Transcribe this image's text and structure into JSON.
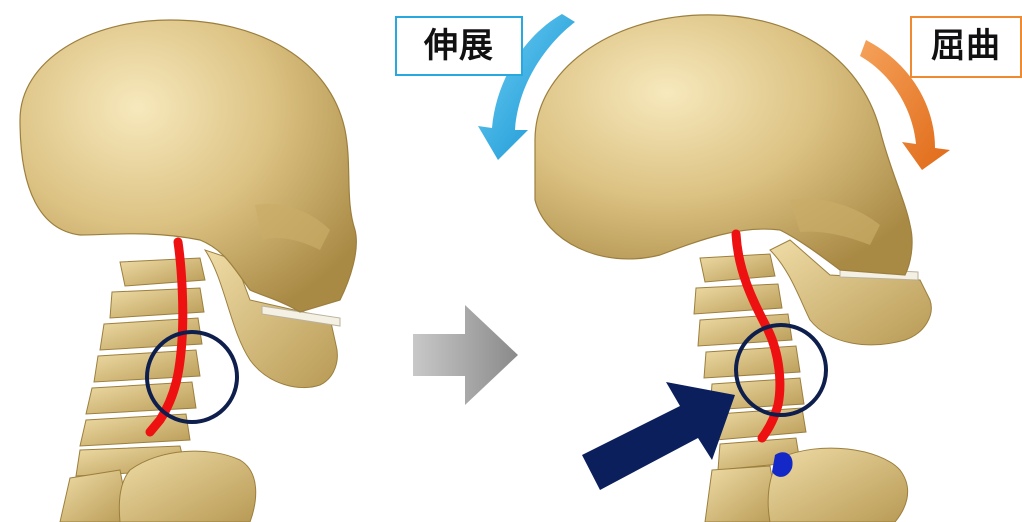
{
  "labels": {
    "extension": "伸展",
    "flexion": "屈曲"
  },
  "colors": {
    "bone": "#dcc283",
    "bone_shadow": "#a98a45",
    "bone_highlight": "#f5e6b8",
    "spine_line": "#ee1111",
    "circle": "#0e1f4d",
    "arrow_navy": "#0a1f5c",
    "arrow_gray": "#8a8a8a",
    "arrow_blue": "#1ea8e8",
    "arrow_orange": "#ee7f2a",
    "border_blue": "#29a8e0",
    "border_orange": "#f08a30"
  },
  "icons": [
    "skull-neutral",
    "skull-flexed",
    "transition-arrow",
    "extension-arrow",
    "flexion-arrow",
    "pressure-arrow",
    "highlight-circle"
  ]
}
